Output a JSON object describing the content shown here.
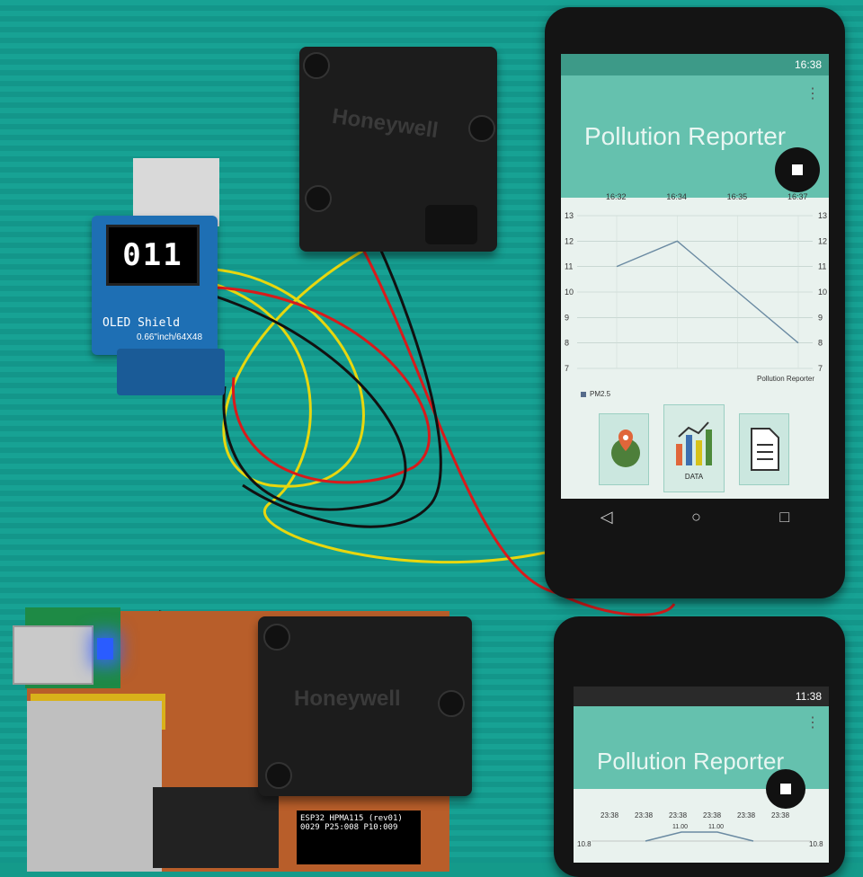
{
  "oled": {
    "reading": "011",
    "label": "OLED Shield",
    "sublabel": "0.66\"inch/64X48"
  },
  "sensors": {
    "brand_top": "Honeywell",
    "brand_bottom": "Honeywell"
  },
  "phone_a": {
    "status_time": "16:38",
    "app_title": "Pollution Reporter",
    "chart": {
      "x_ticks": [
        "16:32",
        "16:34",
        "16:35",
        "16:37"
      ],
      "y_ticks": [
        "13",
        "12",
        "11",
        "10",
        "9",
        "8",
        "7"
      ],
      "legend": "PM2.5",
      "caption": "Pollution Reporter"
    },
    "tiles": {
      "data_label": "DATA"
    },
    "icons": [
      "map-pin-globe-icon",
      "bar-chart-icon",
      "document-icon"
    ]
  },
  "phone_b": {
    "status_time": "11:38",
    "app_title": "Pollution Reporter",
    "chart": {
      "x_ticks": [
        "23:38",
        "23:38",
        "23:38",
        "23:38",
        "23:38",
        "23:38"
      ],
      "y_tick_left": "10.8",
      "y_tick_right": "10.8",
      "point_labels": [
        "11.00",
        "11.00"
      ]
    }
  },
  "esp_display": {
    "line1": "ESP32 HPMA115 (rev01)",
    "line2": "0029 P25:008 P10:009"
  },
  "chart_data": {
    "type": "line",
    "x": [
      "16:32",
      "16:34",
      "16:35",
      "16:37"
    ],
    "series": [
      {
        "name": "PM2.5",
        "values": [
          11,
          12,
          10,
          8
        ]
      }
    ],
    "ylim": [
      7,
      13
    ],
    "title": "",
    "xlabel": "",
    "ylabel": ""
  }
}
